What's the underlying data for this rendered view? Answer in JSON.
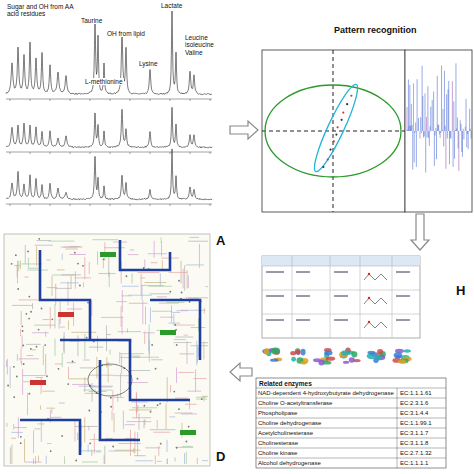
{
  "diagram": {
    "nodes": [
      {
        "text": [
          "A"
        ]
      },
      {
        "text": [
          "Pattern recognition"
        ]
      },
      {
        "text": [
          "H"
        ]
      },
      {
        "text": [
          "D"
        ]
      }
    ],
    "edges": [
      {
        "from": 0,
        "to": 1,
        "arrow": "to"
      },
      {
        "from": 1,
        "to": 2,
        "arrow": "to"
      },
      {
        "from": 2,
        "to": 3,
        "arrow": "to"
      }
    ],
    "labels": [
      "Sugar and OH from AA acid residues",
      "Taurine",
      "OH from lipid",
      "L-methionine",
      "Lactate",
      "Lysine",
      "Leucine isoleucine Valine",
      "Related enzymes",
      "NAD-dependent 4-hydroxybutyrate dehydrogenase",
      "EC:1.1.1.61",
      "Choline O-acetyltransferase",
      "EC:2.3.1.6",
      "Phospholipase",
      "EC:3.1.4.4",
      "Choline dehydrogenase",
      "EC:1.1.99.1",
      "Acetylcholinesterase",
      "EC:3.1.1.7",
      "Cholinesterase",
      "EC:3.1.1.8",
      "Choline kinase",
      "EC:2.7.1.32",
      "Alcohol dehydrogenase",
      "EC:1.1.1.1"
    ]
  }
}
